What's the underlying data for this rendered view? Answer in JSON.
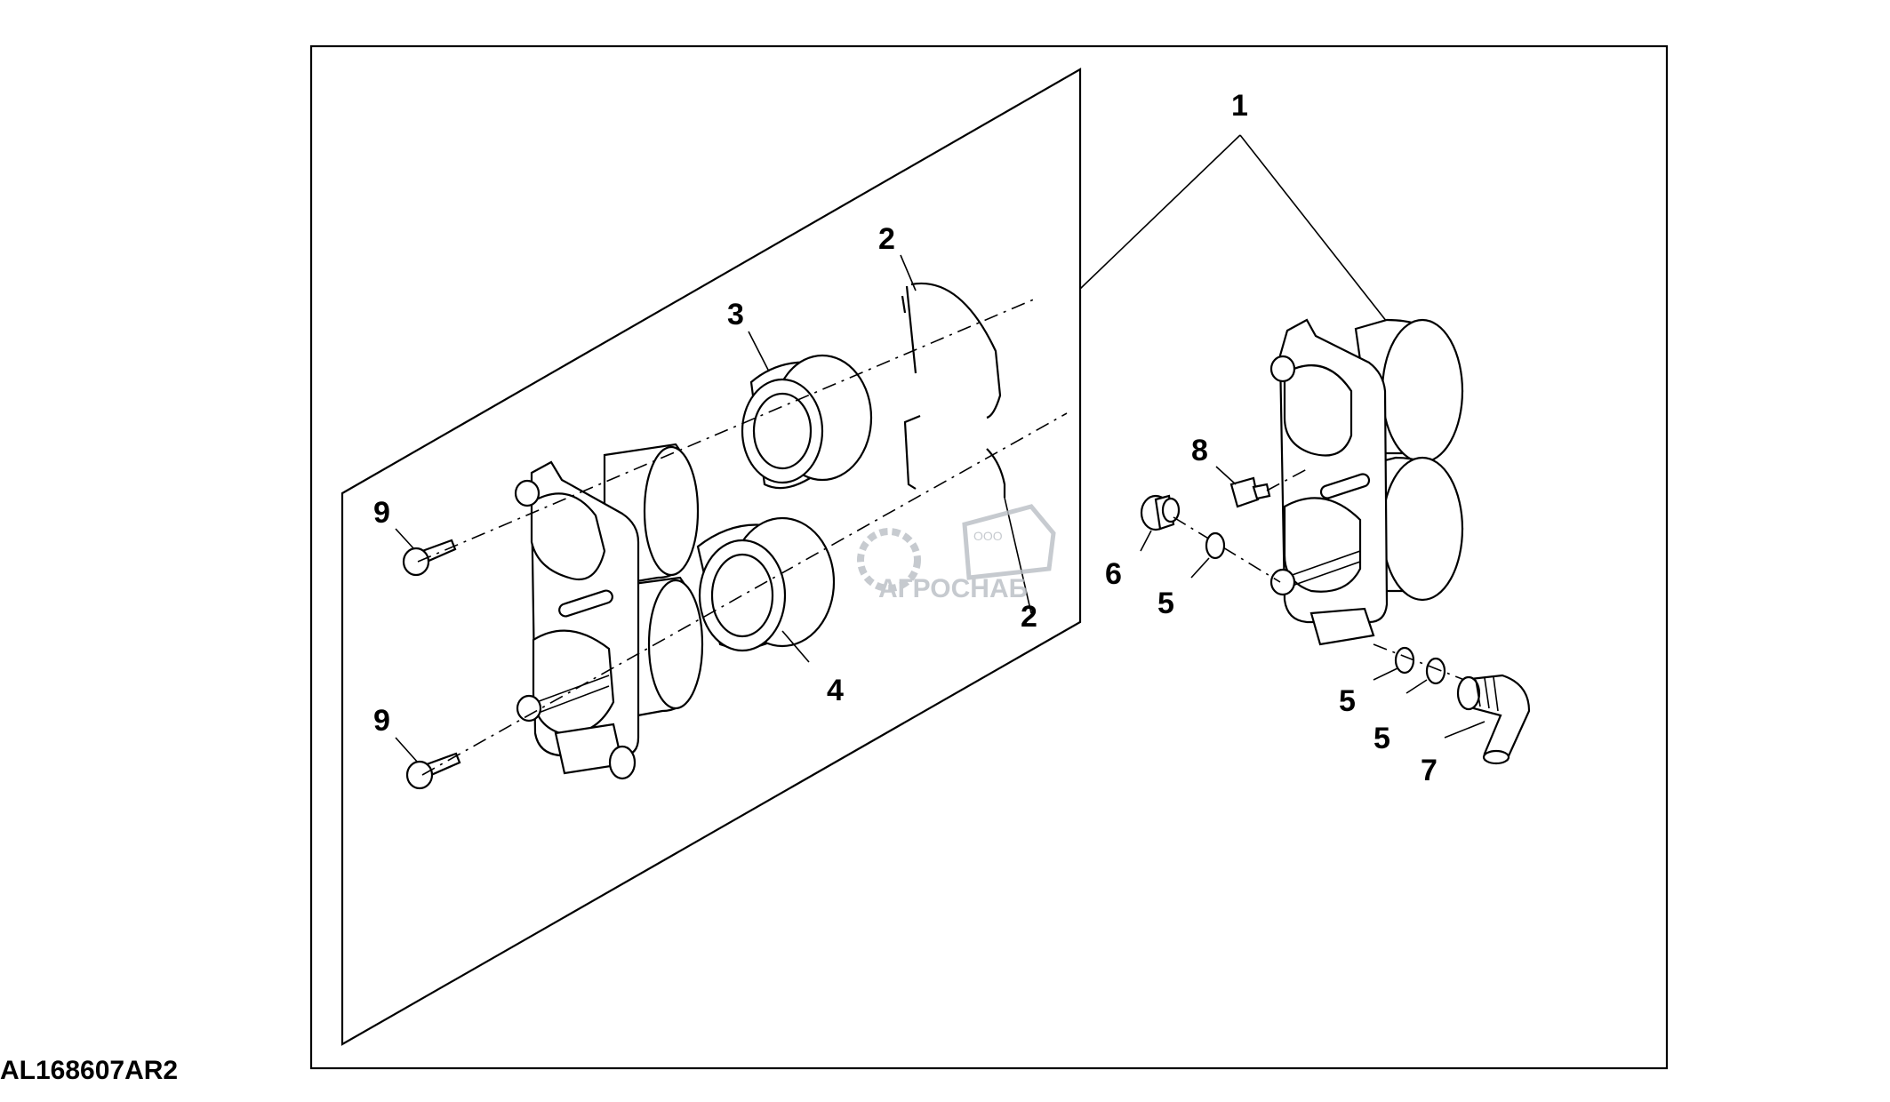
{
  "figure_id": "AL168607AR2",
  "callouts": {
    "c1": "1",
    "c2a": "2",
    "c2b": "2",
    "c3": "3",
    "c4": "4",
    "c5a": "5",
    "c5b": "5",
    "c5c": "5",
    "c6": "6",
    "c7": "7",
    "c8": "8",
    "c9a": "9",
    "c9b": "9"
  },
  "watermark": {
    "brand": "АГРОСНАБ",
    "prefix": "ООО"
  }
}
